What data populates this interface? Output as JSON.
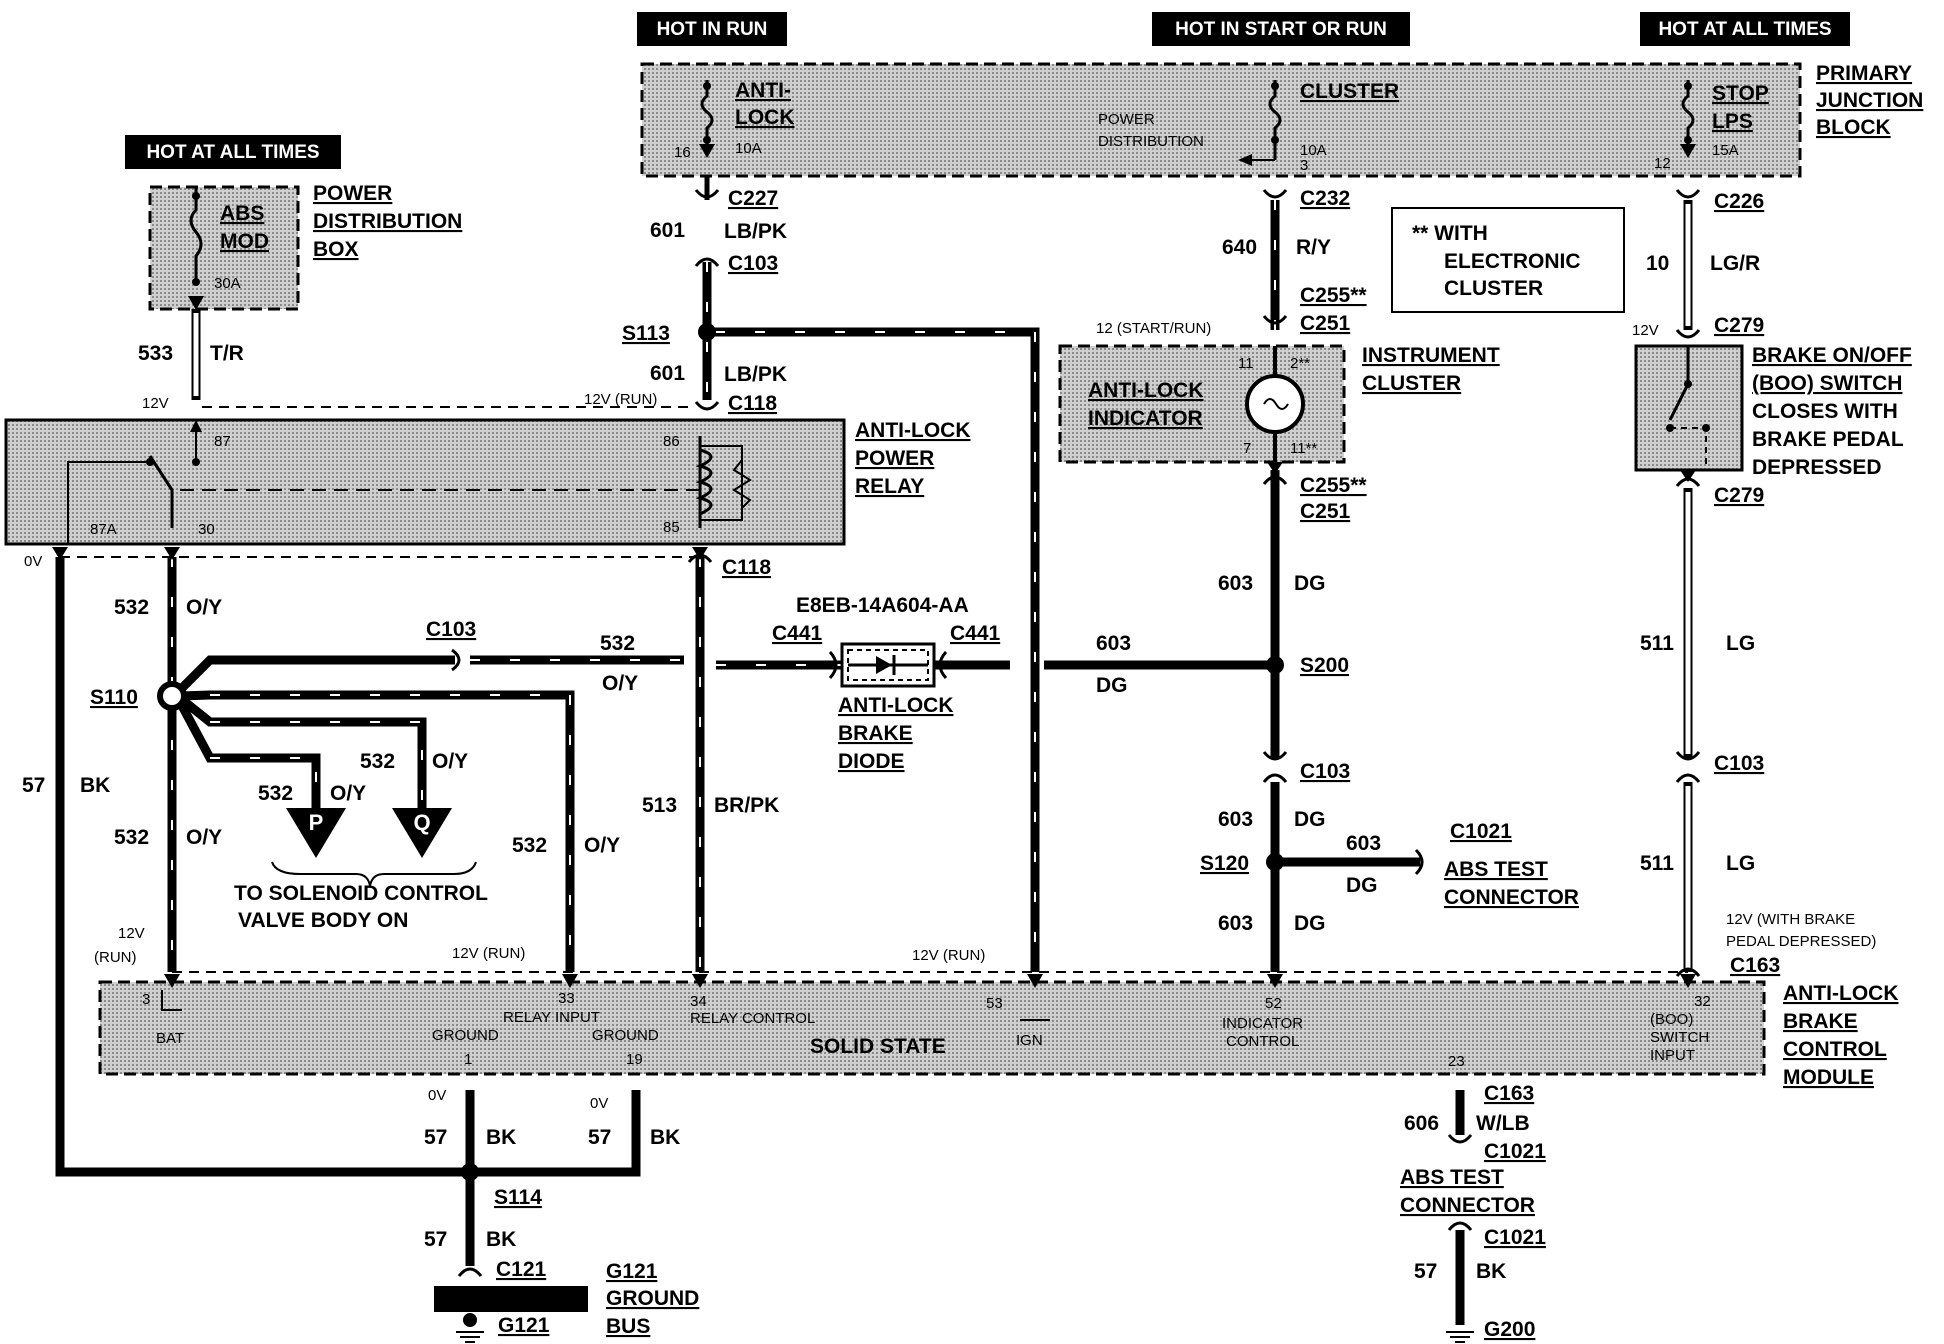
{
  "headers": {
    "hot_in_run": "HOT IN RUN",
    "hot_in_start_or_run": "HOT IN START OR RUN",
    "hot_at_all_times_1": "HOT AT ALL TIMES",
    "hot_at_all_times_2": "HOT AT ALL TIMES"
  },
  "primary_junction_block": {
    "title": [
      "PRIMARY",
      "JUNCTION",
      "BLOCK"
    ],
    "fuse_anti_lock": {
      "name": [
        "ANTI-",
        "LOCK"
      ],
      "rating": "10A",
      "pin": "16"
    },
    "fuse_cluster": {
      "name": "CLUSTER",
      "rating": "10A",
      "pin": "3"
    },
    "power_distribution": [
      "POWER",
      "DISTRIBUTION"
    ],
    "fuse_stop_lps": {
      "name": [
        "STOP",
        "LPS"
      ],
      "rating": "15A",
      "pin": "12"
    }
  },
  "power_distribution_box": {
    "title": [
      "POWER",
      "DISTRIBUTION",
      "BOX"
    ],
    "fuse": {
      "name": [
        "ABS",
        "MOD"
      ],
      "rating": "30A"
    }
  },
  "anti_lock_power_relay": {
    "title": [
      "ANTI-LOCK",
      "POWER",
      "RELAY"
    ],
    "pins": {
      "p87": "87",
      "p87a": "87A",
      "p30": "30",
      "p86": "86",
      "p85": "85"
    }
  },
  "instrument_cluster": {
    "title": [
      "INSTRUMENT",
      "CLUSTER"
    ],
    "indicator": [
      "ANTI-LOCK",
      "INDICATOR"
    ],
    "pins": {
      "p11": "11",
      "p2": "2**",
      "p7": "7",
      "p11b": "11**"
    }
  },
  "note_box": [
    "** WITH",
    "ELECTRONIC",
    "CLUSTER"
  ],
  "boo_switch": {
    "title": [
      "BRAKE ON/OFF",
      "(BOO) SWITCH"
    ],
    "desc": [
      "CLOSES WITH",
      "BRAKE PEDAL",
      "DEPRESSED"
    ]
  },
  "diode": {
    "part_number": "E8EB-14A604-AA",
    "title": [
      "ANTI-LOCK",
      "BRAKE",
      "DIODE"
    ]
  },
  "module": {
    "title": [
      "ANTI-LOCK",
      "BRAKE",
      "CONTROL",
      "MODULE"
    ],
    "center": "SOLID STATE",
    "pins": {
      "bat": "BAT",
      "bat_pin": "3",
      "ground1": "GROUND",
      "ground1_pin": "1",
      "relay_input": "RELAY INPUT",
      "relay_input_pin": "33",
      "ground19": "GROUND",
      "ground19_pin": "19",
      "relay_control": "RELAY CONTROL",
      "relay_control_pin": "34",
      "ign": "IGN",
      "ign_pin": "53",
      "indicator_control": [
        "INDICATOR",
        "CONTROL"
      ],
      "indicator_pin": "52",
      "boo_input": [
        "(BOO)",
        "SWITCH",
        "INPUT"
      ],
      "boo_pin": "32",
      "pin23": "23"
    }
  },
  "connectors": {
    "c227": "C227",
    "c103": "C103",
    "c232": "C232",
    "c226": "C226",
    "c255a": "C255**",
    "c251a": "C251",
    "c255b": "C255**",
    "c251b": "C251",
    "c279a": "C279",
    "c279b": "C279",
    "c118a": "C118",
    "c118b": "C118",
    "c103b": "C103",
    "c441a": "C441",
    "c441b": "C441",
    "c103c": "C103",
    "c103d": "C103",
    "c1021a": "C1021",
    "c163a": "C163",
    "c163b": "C163",
    "c1021b": "C1021",
    "c1021c": "C1021",
    "c121": "C121"
  },
  "splices": {
    "s113": "S113",
    "s110": "S110",
    "s200": "S200",
    "s120": "S120",
    "s114": "S114"
  },
  "wires": {
    "w601a": {
      "num": "601",
      "color": "LB/PK"
    },
    "w601b": {
      "num": "601",
      "color": "LB/PK"
    },
    "w640": {
      "num": "640",
      "color": "R/Y"
    },
    "w10": {
      "num": "10",
      "color": "LG/R"
    },
    "w533": {
      "num": "533",
      "color": "T/R"
    },
    "w532a": {
      "num": "532",
      "color": "O/Y"
    },
    "w532b": {
      "num": "532",
      "color": "O/Y"
    },
    "w532c": {
      "num": "532",
      "color": "O/Y"
    },
    "w532d": {
      "num": "532",
      "color": "O/Y"
    },
    "w532e": {
      "num": "532",
      "color": "O/Y"
    },
    "w532f": {
      "num": "532",
      "color": "O/Y"
    },
    "w513": {
      "num": "513",
      "color": "BR/PK"
    },
    "w603a": {
      "num": "603",
      "color": "DG"
    },
    "w603b": {
      "num": "603",
      "color": "DG"
    },
    "w603c": {
      "num": "603",
      "color": "DG"
    },
    "w603d": {
      "num": "603",
      "color": "DG"
    },
    "w603e": {
      "num": "603",
      "color": "DG"
    },
    "w511a": {
      "num": "511",
      "color": "LG"
    },
    "w511b": {
      "num": "511",
      "color": "LG"
    },
    "w57a": {
      "num": "57",
      "color": "BK"
    },
    "w57b": {
      "num": "57",
      "color": "BK"
    },
    "w57c": {
      "num": "57",
      "color": "BK"
    },
    "w57d": {
      "num": "57",
      "color": "BK"
    },
    "w57e": {
      "num": "57",
      "color": "BK"
    },
    "w606": {
      "num": "606",
      "color": "W/LB"
    }
  },
  "voltages": {
    "v12_533": "12V",
    "v12run_relay": "12V (RUN)",
    "v0_left": "0V",
    "v12_start_run": "12 (START/RUN)",
    "v12_boo": "12V",
    "v12run_left": [
      "12V",
      "(RUN)"
    ],
    "v12run_mid": "12V (RUN)",
    "v12run_ign": "12V (RUN)",
    "v12_brake": [
      "12V (WITH BRAKE",
      "PEDAL DEPRESSED)"
    ],
    "v0_g1": "0V",
    "v0_g19": "0V"
  },
  "solenoid": {
    "p": "P",
    "q": "Q",
    "caption": [
      "TO SOLENOID CONTROL",
      "VALVE BODY ON"
    ]
  },
  "abs_test_connector": [
    "ABS TEST",
    "CONNECTOR"
  ],
  "abs_test_connector_2": [
    "ABS TEST",
    "CONNECTOR"
  ],
  "grounds": {
    "g121": "G121",
    "g121_bus": [
      "G121",
      "GROUND",
      "BUS"
    ],
    "g200": "G200"
  }
}
